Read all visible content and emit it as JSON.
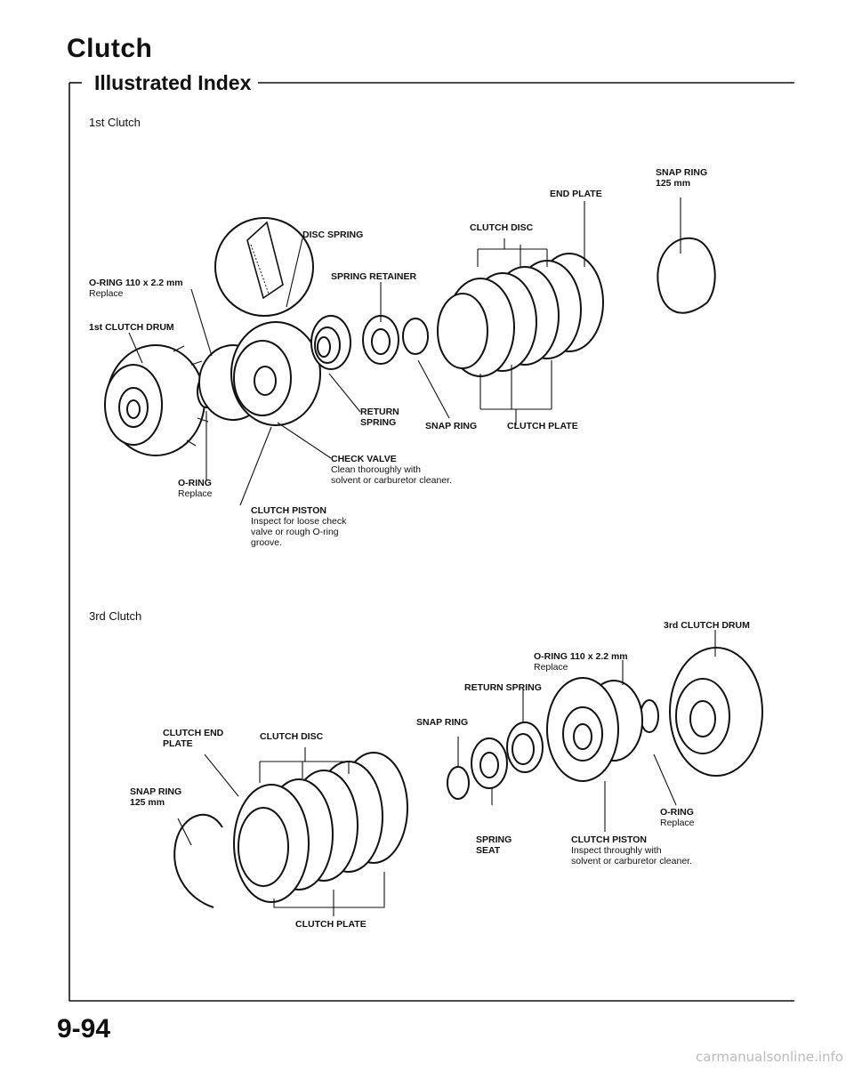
{
  "header": {
    "title": "Clutch",
    "subtitle": "Illustrated Index"
  },
  "sections": {
    "first": "1st Clutch",
    "third": "3rd Clutch"
  },
  "first_clutch": {
    "snap_ring_125": "SNAP RING",
    "snap_ring_125_size": "125 mm",
    "end_plate": "END PLATE",
    "clutch_disc": "CLUTCH DISC",
    "disc_spring": "DISC SPRING",
    "spring_retainer": "SPRING RETAINER",
    "o_ring_large": "O-RING 110 x 2.2 mm",
    "o_ring_large_note": "Replace",
    "drum": "1st CLUTCH DRUM",
    "return_spring_1": "RETURN",
    "return_spring_2": "SPRING",
    "snap_ring": "SNAP RING",
    "clutch_plate": "CLUTCH PLATE",
    "check_valve": "CHECK VALVE",
    "check_valve_note_1": "Clean thoroughly with",
    "check_valve_note_2": "solvent or carburetor cleaner.",
    "o_ring_small": "O-RING",
    "o_ring_small_note": "Replace",
    "piston": "CLUTCH PISTON",
    "piston_note_1": "Inspect for loose check",
    "piston_note_2": "valve or rough O-ring",
    "piston_note_3": "groove."
  },
  "third_clutch": {
    "drum": "3rd CLUTCH DRUM",
    "o_ring_large": "O-RING 110 x 2.2 mm",
    "o_ring_large_note": "Replace",
    "return_spring": "RETURN SPRING",
    "snap_ring": "SNAP RING",
    "end_plate_1": "CLUTCH END",
    "end_plate_2": "PLATE",
    "clutch_disc": "CLUTCH DISC",
    "snap_ring_125": "SNAP RING",
    "snap_ring_125_size": "125 mm",
    "o_ring_small": "O-RING",
    "o_ring_small_note": "Replace",
    "spring_seat_1": "SPRING",
    "spring_seat_2": "SEAT",
    "piston": "CLUTCH PISTON",
    "piston_note_1": "Inspect throughly with",
    "piston_note_2": "solvent or carburetor cleaner.",
    "clutch_plate": "CLUTCH PLATE"
  },
  "page_number": "9-94",
  "footer": "carmanualsonline.info"
}
